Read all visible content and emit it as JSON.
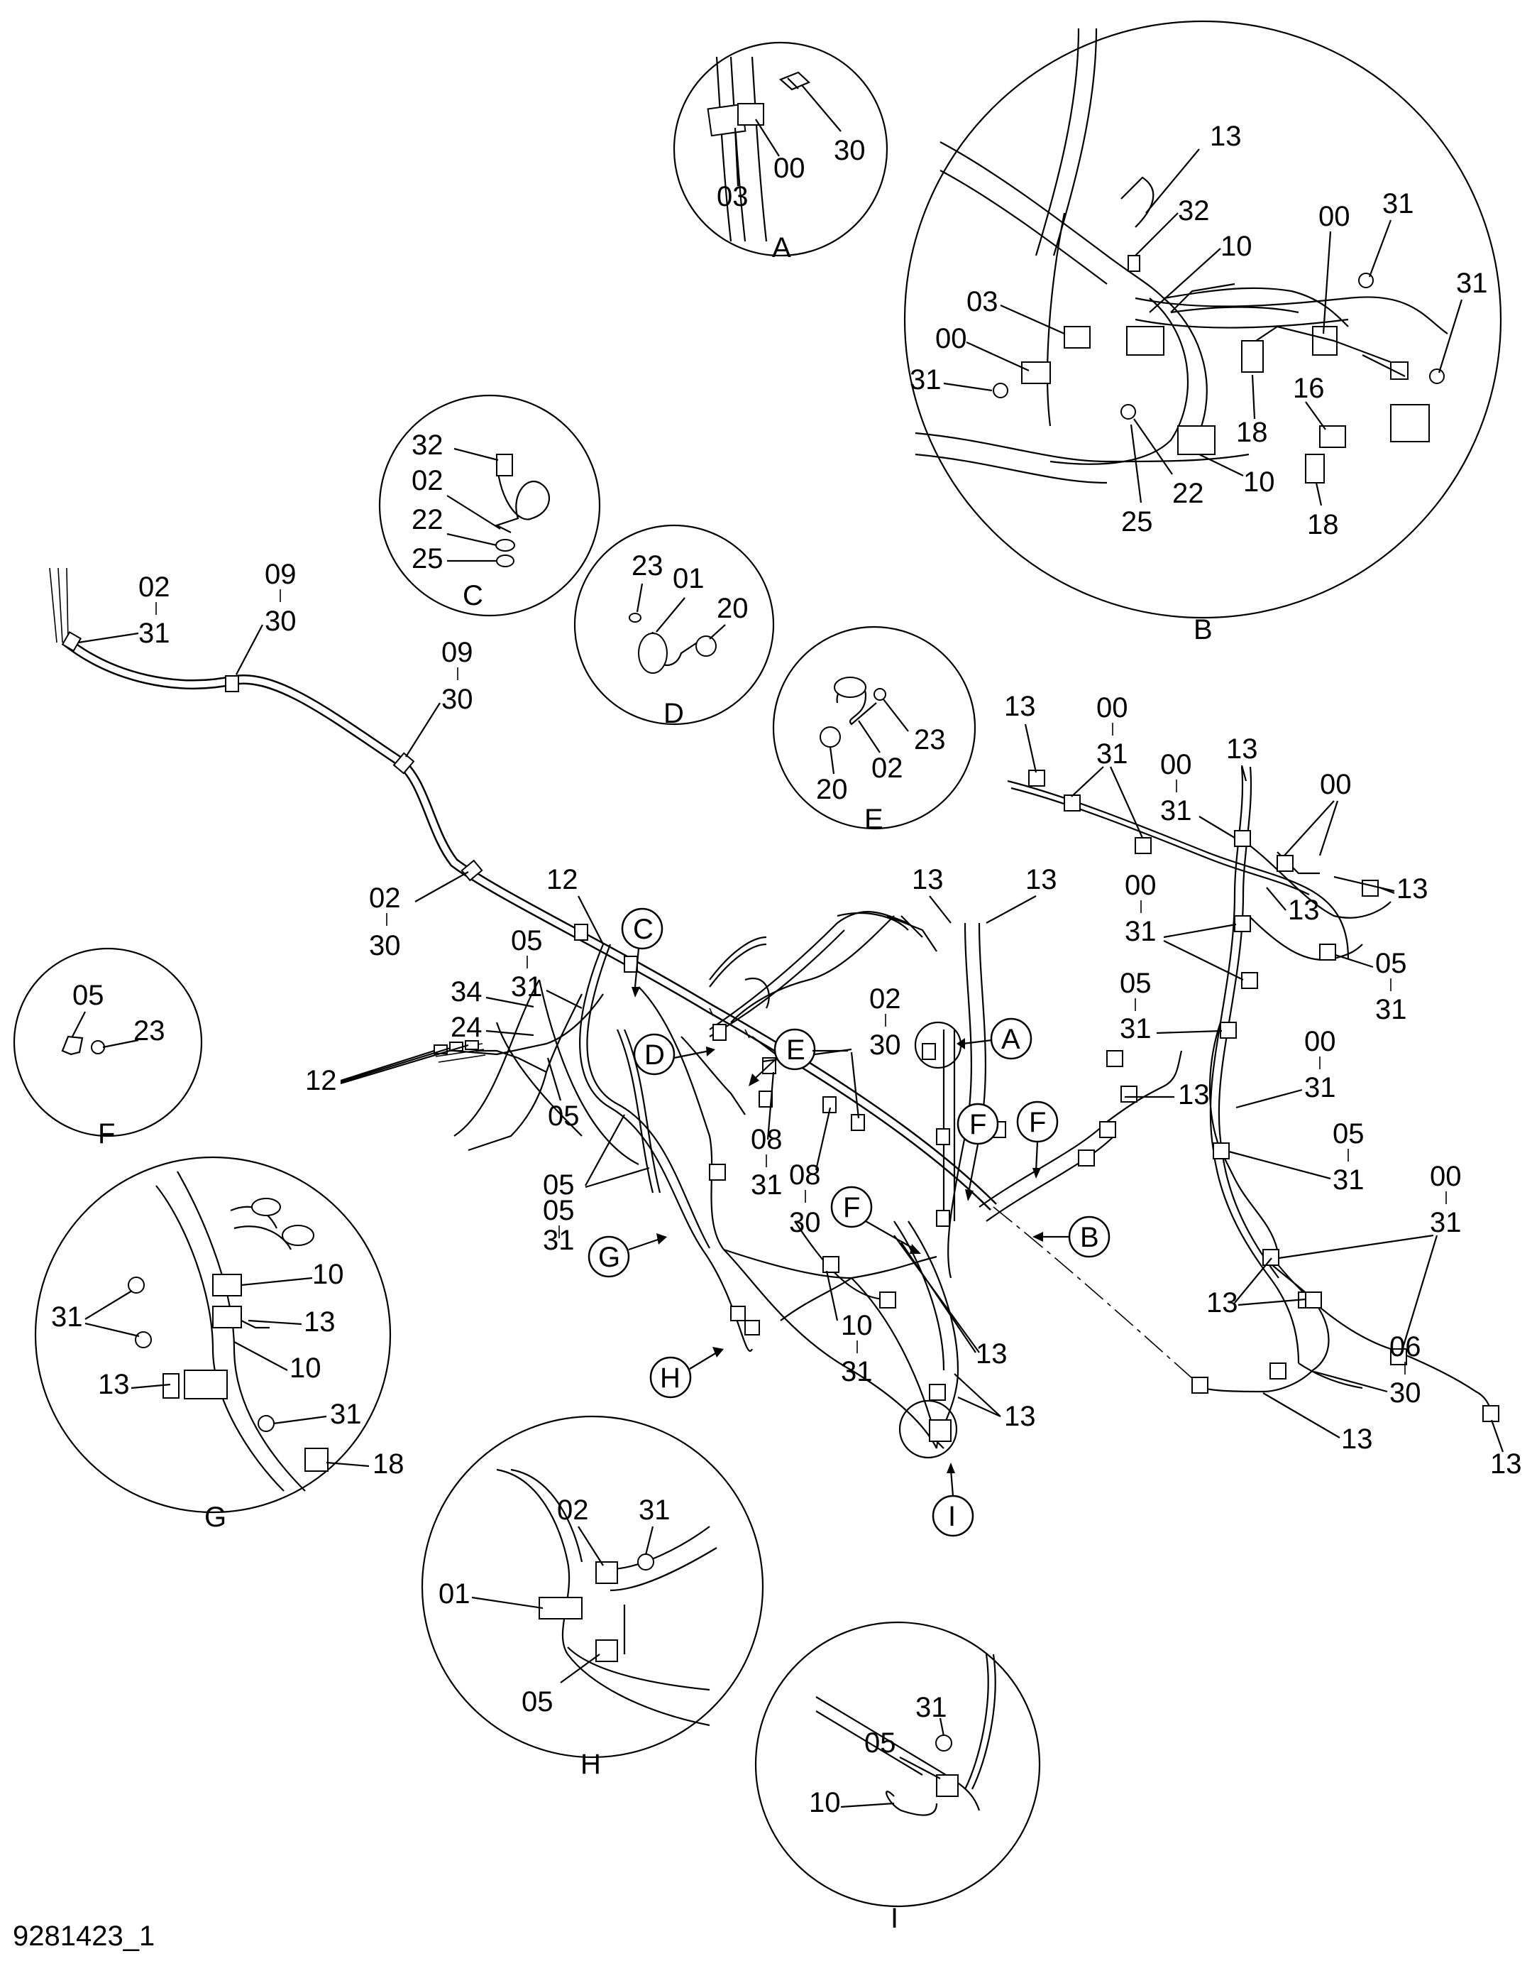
{
  "drawing_number": "9281423_1",
  "details": {
    "A": {
      "letter": "A",
      "callouts": [
        "03",
        "00",
        "30"
      ]
    },
    "B": {
      "letter": "B",
      "callouts": [
        "13",
        "32",
        "10",
        "00",
        "31",
        "31",
        "03",
        "00",
        "31",
        "16",
        "18",
        "22",
        "25",
        "10",
        "18"
      ]
    },
    "C": {
      "letter": "C",
      "callouts": [
        "32",
        "02",
        "22",
        "25"
      ]
    },
    "D": {
      "letter": "D",
      "callouts": [
        "23",
        "01",
        "20"
      ]
    },
    "E": {
      "letter": "E",
      "callouts": [
        "02",
        "23",
        "20"
      ]
    },
    "F": {
      "letter": "F",
      "callouts": [
        "05",
        "23"
      ]
    },
    "G": {
      "letter": "G",
      "callouts": [
        "10",
        "31",
        "13",
        "10",
        "13",
        "31",
        "18"
      ]
    },
    "H": {
      "letter": "H",
      "callouts": [
        "02",
        "31",
        "01",
        "05"
      ]
    },
    "I": {
      "letter": "I",
      "callouts": [
        "31",
        "05",
        "10"
      ]
    }
  },
  "main_callouts": {
    "c1": [
      "02",
      "31"
    ],
    "c2": [
      "09",
      "30"
    ],
    "c3": [
      "09",
      "30"
    ],
    "c4": [
      "02",
      "30"
    ],
    "c5": [
      "12"
    ],
    "c6": [
      "05",
      "31"
    ],
    "c7": [
      "34"
    ],
    "c8": [
      "24"
    ],
    "c9": [
      "12"
    ],
    "c10": [
      "05"
    ],
    "c11": [
      "05",
      "05",
      "31"
    ],
    "c12": [
      "08",
      "31"
    ],
    "c13": [
      "08",
      "30"
    ],
    "c14": [
      "02",
      "30"
    ],
    "c15": [
      "13"
    ],
    "c16": [
      "13"
    ],
    "c17": [
      "10",
      "31"
    ],
    "c18": [
      "13"
    ],
    "c19": [
      "13"
    ],
    "c20": [
      "13"
    ],
    "c21": [
      "13"
    ],
    "c22": [
      "00",
      "31"
    ],
    "c23": [
      "00",
      "31"
    ],
    "c24": [
      "13"
    ],
    "c25": [
      "00"
    ],
    "c26": [
      "13"
    ],
    "c27": [
      "00",
      "31"
    ],
    "c28": [
      "13"
    ],
    "c29": [
      "05",
      "31"
    ],
    "c30": [
      "05",
      "31"
    ],
    "c31": [
      "00",
      "31"
    ],
    "c32": [
      "05",
      "31"
    ],
    "c33": [
      "00",
      "31"
    ],
    "c34": [
      "13"
    ],
    "c35": [
      "06",
      "30"
    ],
    "c36": [
      "13"
    ],
    "c37": [
      "13"
    ]
  },
  "tags": {
    "t_C": "C",
    "t_E": "E",
    "t_D": "D",
    "t_A": "A",
    "t_F1": "F",
    "t_F2": "F",
    "t_F3": "F",
    "t_B": "B",
    "t_G": "G",
    "t_H": "H",
    "t_I": "I"
  }
}
